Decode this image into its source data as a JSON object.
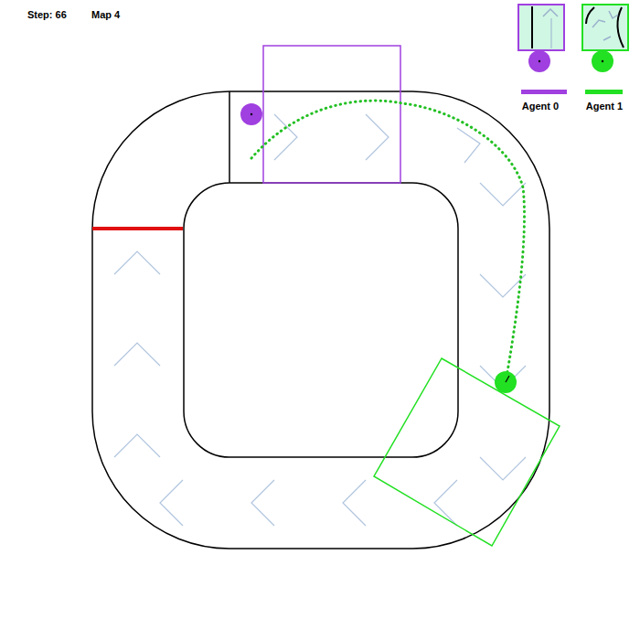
{
  "diagram": {
    "labels": [
      "Step: 66",
      "Map 4"
    ],
    "legend": [
      {
        "text": "Agent 0",
        "color": "#a040e0"
      },
      {
        "text": "Agent 1",
        "color": "#22e022"
      }
    ]
  }
}
